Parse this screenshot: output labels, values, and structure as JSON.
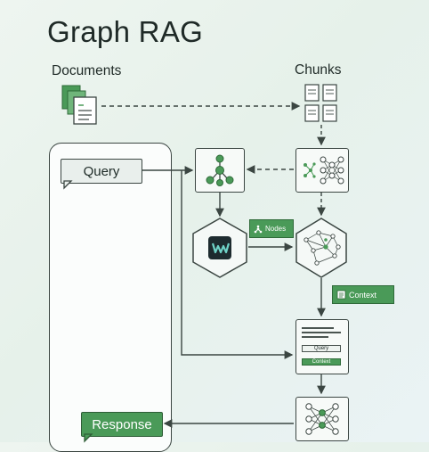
{
  "title": "Graph RAG",
  "labels": {
    "documents": "Documents",
    "chunks": "Chunks",
    "query": "Query",
    "response": "Response",
    "nodes": "Nodes",
    "context": "Context",
    "prompt_query": "Query",
    "prompt_context": "Context"
  },
  "icons": {
    "documents": "documents-icon",
    "chunks": "chunks-icon",
    "graph_node": "graph-node-icon",
    "vector_embedding": "neural-network-icon",
    "graph_database": "graph-database-logo",
    "knowledge_graph": "knowledge-graph-icon",
    "llm": "neural-network-icon"
  },
  "colors": {
    "accent_green": "#4a9a58",
    "line": "#3b4642",
    "background": "#e9f3ec"
  }
}
